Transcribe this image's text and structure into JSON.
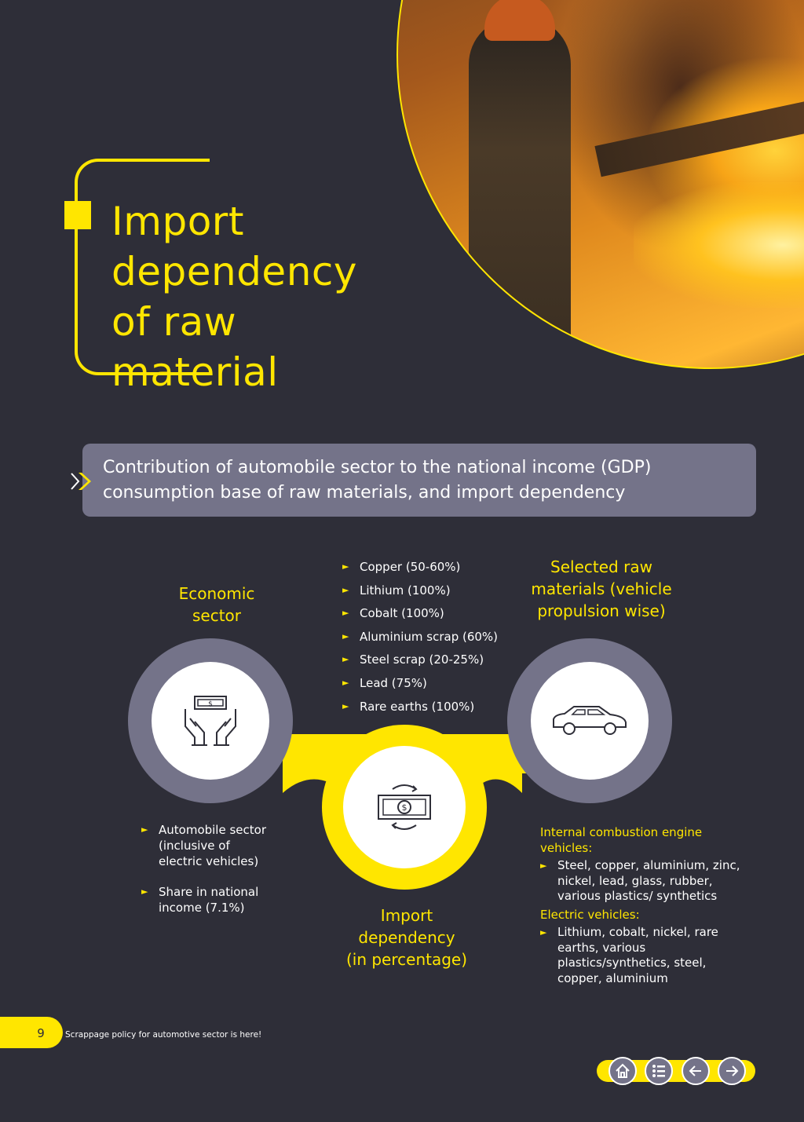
{
  "title": {
    "line1": "Import",
    "line2": "dependency",
    "line3": "of raw material"
  },
  "banner": {
    "line1": "Contribution of automobile sector to the national income (GDP)",
    "line2": "consumption base of raw materials, and import dependency"
  },
  "economic_sector": {
    "heading_line1": "Economic",
    "heading_line2": "sector",
    "items": [
      "Automobile sector (inclusive of electric vehicles)",
      "Share in national income (7.1%)"
    ]
  },
  "import_dependency": {
    "heading_line1": "Import",
    "heading_line2": "dependency",
    "heading_line3": "(in percentage)",
    "materials": [
      "Copper (50-60%)",
      "Lithium (100%)",
      "Cobalt (100%)",
      "Aluminium scrap (60%)",
      "Steel scrap (20-25%)",
      "Lead (75%)",
      "Rare earths (100%)"
    ]
  },
  "raw_materials": {
    "heading_line1": "Selected raw",
    "heading_line2": "materials (vehicle",
    "heading_line3": "propulsion wise)",
    "ice_heading_line1": "Internal combustion engine",
    "ice_heading_line2": "vehicles:",
    "ice_items": [
      "Steel, copper, aluminium, zinc, nickel, lead, glass, rubber, various plastics/ synthetics"
    ],
    "ev_heading": "Electric vehicles:",
    "ev_items": [
      "Lithium, cobalt, nickel, rare earths, various plastics/synthetics, steel, copper, aluminium"
    ]
  },
  "footer": {
    "page_number": "9",
    "text": "Scrappage policy for automotive sector is here!"
  },
  "nav": {
    "buttons": [
      {
        "icon": "home-icon"
      },
      {
        "icon": "list-icon"
      },
      {
        "icon": "arrow-left-icon"
      },
      {
        "icon": "arrow-right-icon"
      }
    ]
  },
  "colors": {
    "background": "#2e2e38",
    "accent": "#ffe600",
    "panel": "#747389"
  }
}
